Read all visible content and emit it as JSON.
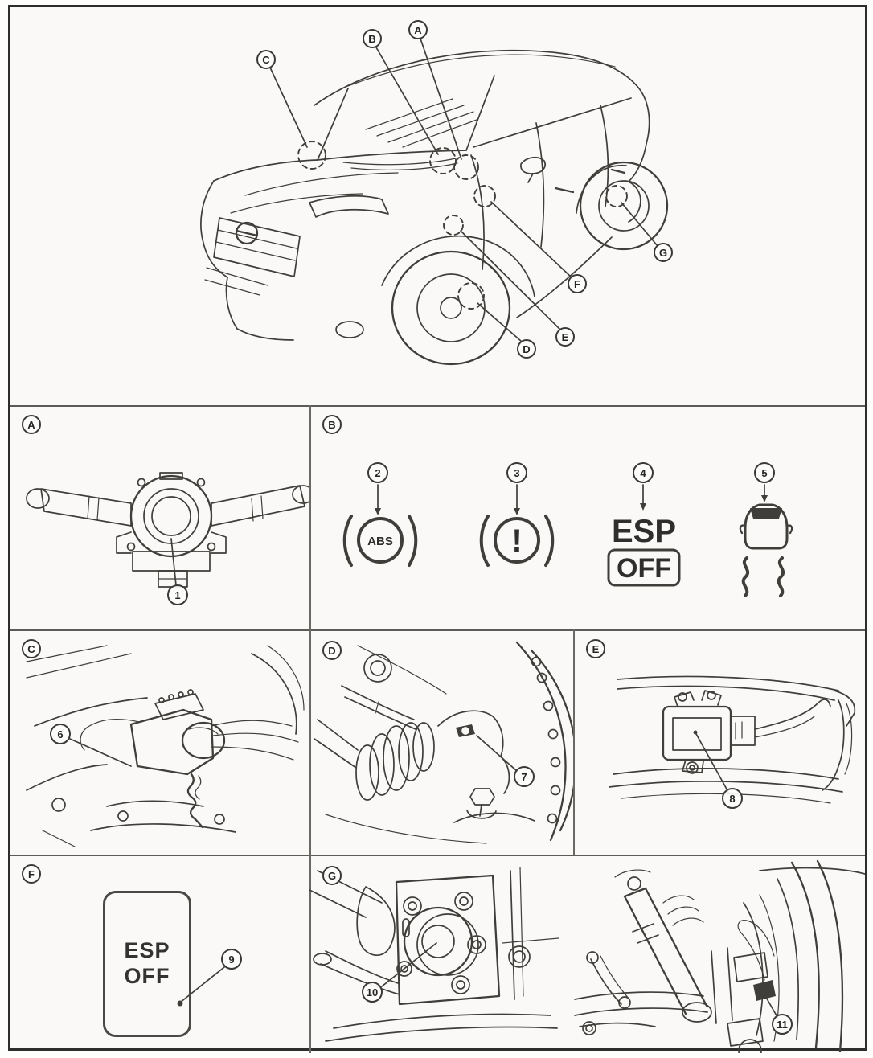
{
  "colors": {
    "ink": "#3f3e3b",
    "paper": "#faf9f7",
    "page_bg": "#fdfdfc",
    "border": "#2e2d2b"
  },
  "overview": {
    "callouts": [
      {
        "label": "A"
      },
      {
        "label": "B"
      },
      {
        "label": "C"
      },
      {
        "label": "D"
      },
      {
        "label": "E"
      },
      {
        "label": "F"
      },
      {
        "label": "G"
      }
    ]
  },
  "panels": {
    "a": {
      "label": "A",
      "callout": "1"
    },
    "b": {
      "label": "B",
      "indicators": [
        {
          "num": "2",
          "icon": "abs-warning-lamp-icon",
          "text": "ABS"
        },
        {
          "num": "3",
          "icon": "brake-warning-lamp-icon",
          "text": "!"
        },
        {
          "num": "4",
          "icon": "esp-off-indicator-icon",
          "text_top": "ESP",
          "text_bottom": "OFF"
        },
        {
          "num": "5",
          "icon": "slip-indicator-icon"
        }
      ]
    },
    "c": {
      "label": "C",
      "callout": "6"
    },
    "d": {
      "label": "D",
      "callout": "7"
    },
    "e": {
      "label": "E",
      "callout": "8"
    },
    "f": {
      "label": "F",
      "callout": "9",
      "switch": {
        "line1": "ESP",
        "line2": "OFF"
      }
    },
    "g": {
      "label": "G",
      "callouts": [
        "10",
        "11"
      ]
    }
  }
}
